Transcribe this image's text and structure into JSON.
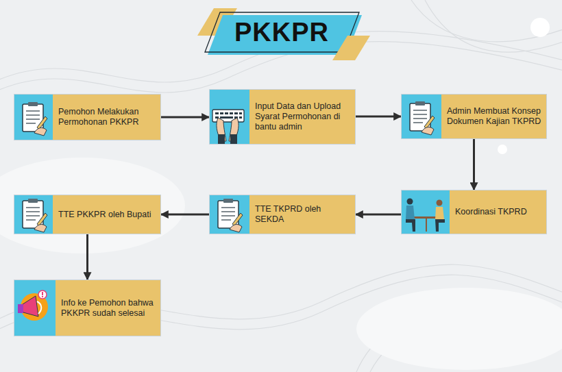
{
  "diagram": {
    "title": "PKKPR",
    "nodes": [
      {
        "text": [
          "Pemohon Melakukan Permohonan PKKPR"
        ]
      },
      {
        "text": [
          "Input Data dan Upload Syarat Permohonan di bantu admin"
        ]
      },
      {
        "text": [
          "Admin Membuat Konsep Dokumen Kajian TKPRD"
        ]
      },
      {
        "text": [
          "TTE PKKPR oleh Bupati"
        ]
      },
      {
        "text": [
          "TTE TKPRD oleh SEKDA"
        ]
      },
      {
        "text": [
          "Koordinasi TKPRD"
        ]
      },
      {
        "text": [
          "Info ke Pemohon bahwa PKKPR sudah selesai"
        ]
      }
    ],
    "edges": [
      {
        "from": 0,
        "to": 1,
        "arrow": "to"
      },
      {
        "from": 1,
        "to": 2,
        "arrow": "to"
      },
      {
        "from": 2,
        "to": 5,
        "arrow": "to"
      },
      {
        "from": 5,
        "to": 4,
        "arrow": "to"
      },
      {
        "from": 4,
        "to": 3,
        "arrow": "to"
      },
      {
        "from": 3,
        "to": 6,
        "arrow": "to"
      }
    ]
  }
}
